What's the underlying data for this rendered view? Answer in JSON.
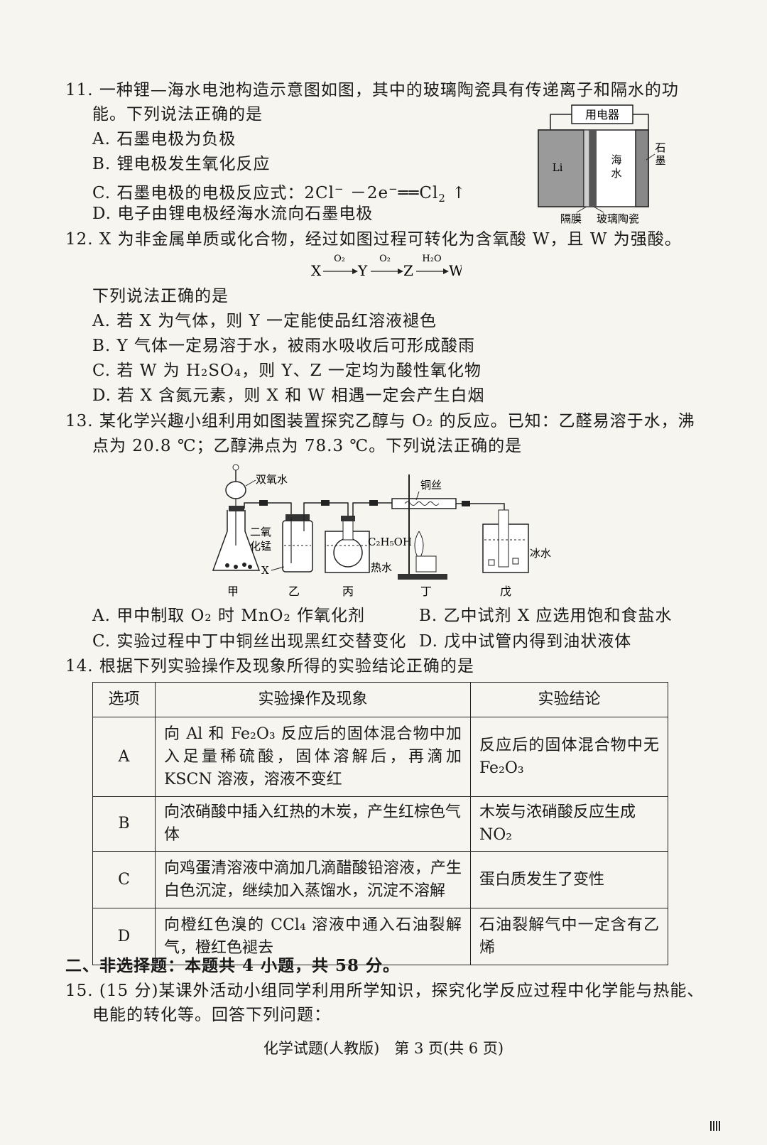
{
  "q11": {
    "stem1": "11. 一种锂—海水电池构造示意图如图，其中的玻璃陶瓷具有传递离子和隔水的功",
    "stem2": "能。下列说法正确的是",
    "a": "A. 石墨电极为负极",
    "b": "B. 锂电极发生氧化反应",
    "c_pre": "C. 石墨电极的电极反应式：2Cl",
    "c_mid": " －2e",
    "c_post": "══Cl",
    "d": "D. 电子由锂电极经海水流向石墨电极",
    "fig": {
      "appliance": "用电器",
      "li": "Li",
      "sea1": "海",
      "sea2": "水",
      "graphite1": "石",
      "graphite2": "墨",
      "membrane": "隔膜",
      "ceramic": "玻璃陶瓷"
    }
  },
  "q12": {
    "stem": "12. X 为非金属单质或化合物，经过如图过程可转化为含氧酸 W，且 W 为强酸。",
    "scheme": {
      "x": "X",
      "y": "Y",
      "z": "Z",
      "w": "W",
      "r1": "O₂",
      "r2": "O₂",
      "r3": "H₂O"
    },
    "prompt": "下列说法正确的是",
    "a": "A. 若 X 为气体，则 Y 一定能使品红溶液褪色",
    "b": "B. Y 气体一定易溶于水，被雨水吸收后可形成酸雨",
    "c": "C. 若 W 为 H₂SO₄，则 Y、Z 一定均为酸性氧化物",
    "d": "D. 若 X 含氮元素，则 X 和 W 相遇一定会产生白烟"
  },
  "q13": {
    "stem1": "13. 某化学兴趣小组利用如图装置探究乙醇与 O₂ 的反应。已知：乙醛易溶于水，沸",
    "stem2": "点为 20.8 ℃；乙醇沸点为 78.3 ℃。下列说法正确的是",
    "fig": {
      "h2o2": "双氧水",
      "mno2_1": "二氧",
      "mno2_2": "化锰",
      "x": "X",
      "c2h5oh": "C₂H₅OH",
      "hot_water": "热水",
      "copper": "铜丝",
      "ice_water": "冰水",
      "jia": "甲",
      "yi": "乙",
      "bing": "丙",
      "ding": "丁",
      "wu": "戊"
    },
    "a": "A. 甲中制取 O₂ 时 MnO₂ 作氧化剂",
    "b": "B. 乙中试剂 X 应选用饱和食盐水",
    "c": "C. 实验过程中丁中铜丝出现黑红交替变化",
    "d": "D. 戊中试管内得到油状液体"
  },
  "q14": {
    "stem": "14. 根据下列实验操作及现象所得的实验结论正确的是",
    "headers": [
      "选项",
      "实验操作及现象",
      "实验结论"
    ],
    "rows": [
      {
        "opt": "A",
        "op": "向 Al 和 Fe₂O₃ 反应后的固体混合物中加入足量稀硫酸，固体溶解后，再滴加 KSCN 溶液，溶液不变红",
        "concl": "反应后的固体混合物中无 Fe₂O₃"
      },
      {
        "opt": "B",
        "op": "向浓硝酸中插入红热的木炭，产生红棕色气体",
        "concl": "木炭与浓硝酸反应生成 NO₂"
      },
      {
        "opt": "C",
        "op": "向鸡蛋清溶液中滴加几滴醋酸铅溶液，产生白色沉淀，继续加入蒸馏水，沉淀不溶解",
        "concl": "蛋白质发生了变性"
      },
      {
        "opt": "D",
        "op": "向橙红色溴的 CCl₄ 溶液中通入石油裂解气，橙红色褪去",
        "concl": "石油裂解气中一定含有乙烯"
      }
    ]
  },
  "section2": "二、非选择题：本题共 4 小题，共 58 分。",
  "q15": {
    "stem1": "15. (15 分)某课外活动小组同学利用所学知识，探究化学反应过程中化学能与热能、",
    "stem2": "电能的转化等。回答下列问题："
  },
  "footer": "化学试题(人教版)　第 3 页(共 6 页)"
}
